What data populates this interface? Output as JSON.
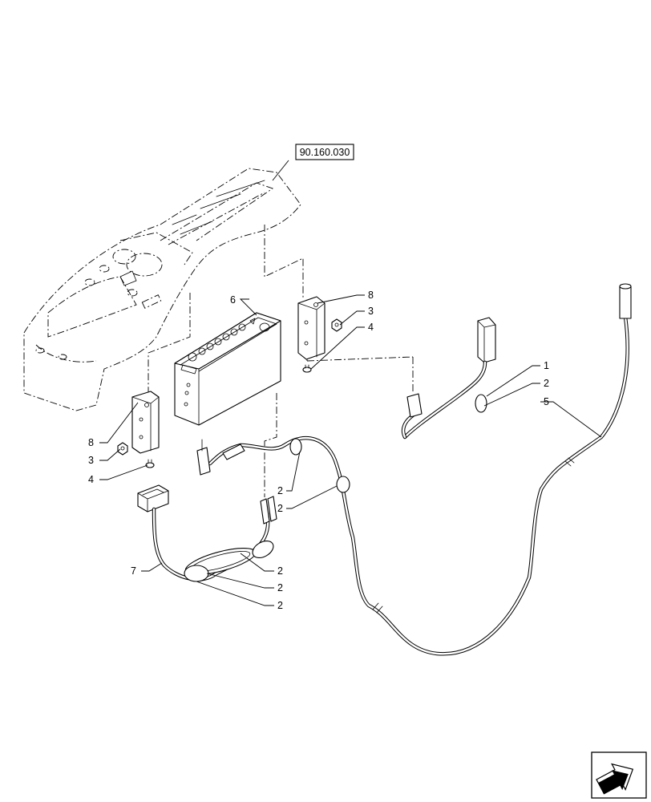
{
  "reference_label": "90.160.030",
  "callouts": {
    "c1": "1",
    "c2": "2",
    "c3": "3",
    "c4": "4",
    "c5": "5",
    "c6": "6",
    "c7": "7",
    "c8": "8"
  },
  "nav_icon": "arrow-icon"
}
